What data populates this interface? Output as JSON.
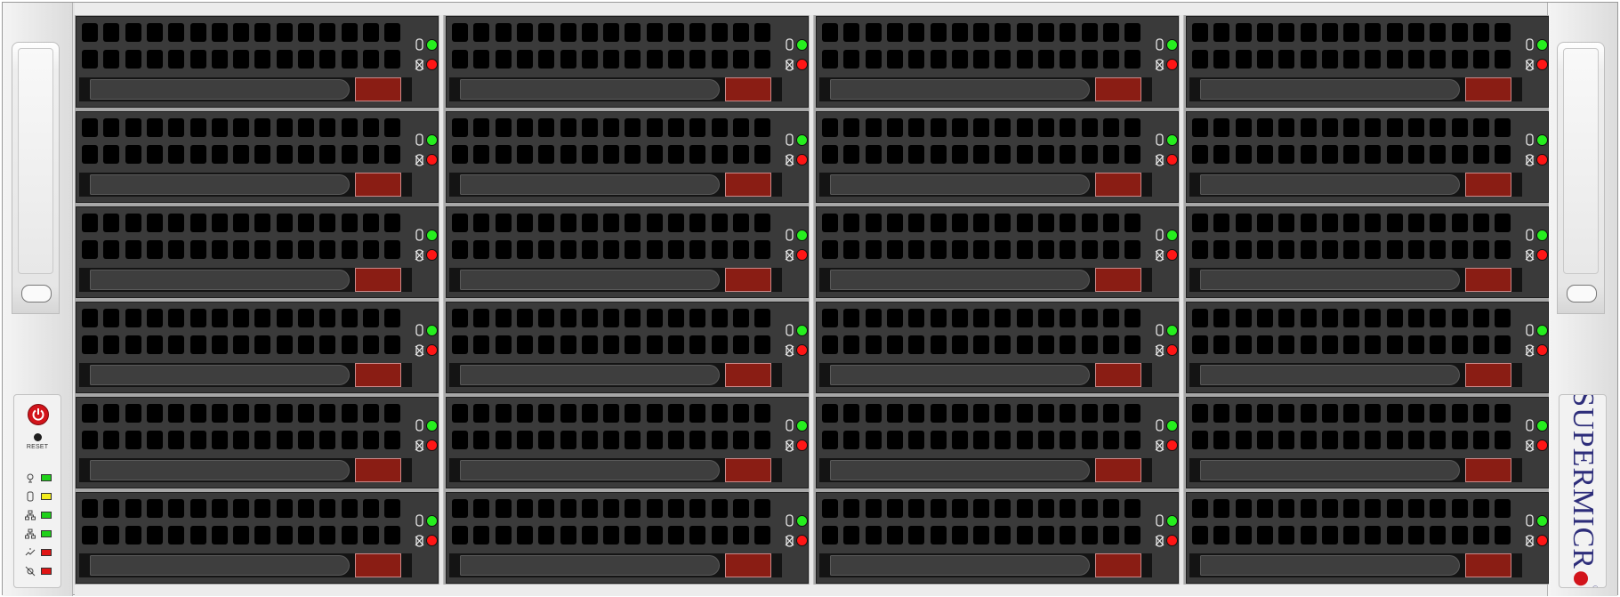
{
  "chassis": {
    "brand": "SUPERMICR",
    "brand_registered": "®"
  },
  "control_panel": {
    "reset_label": "RESET",
    "status_leds": [
      {
        "icon": "power-indicator-icon",
        "color": "#1fd11a"
      },
      {
        "icon": "hdd-activity-icon",
        "color": "#f2ec1c"
      },
      {
        "icon": "network-1-icon",
        "color": "#1fd11a"
      },
      {
        "icon": "network-2-icon",
        "color": "#1fd11a"
      },
      {
        "icon": "overheat-icon",
        "color": "#e01515"
      },
      {
        "icon": "power-fail-icon",
        "color": "#e01515"
      }
    ]
  },
  "drive_bays": {
    "columns": 4,
    "rows": 6,
    "activity_led_color": "#26ee1e",
    "fail_led_color": "#ff1616",
    "release_tab_color": "#8a1d14"
  }
}
